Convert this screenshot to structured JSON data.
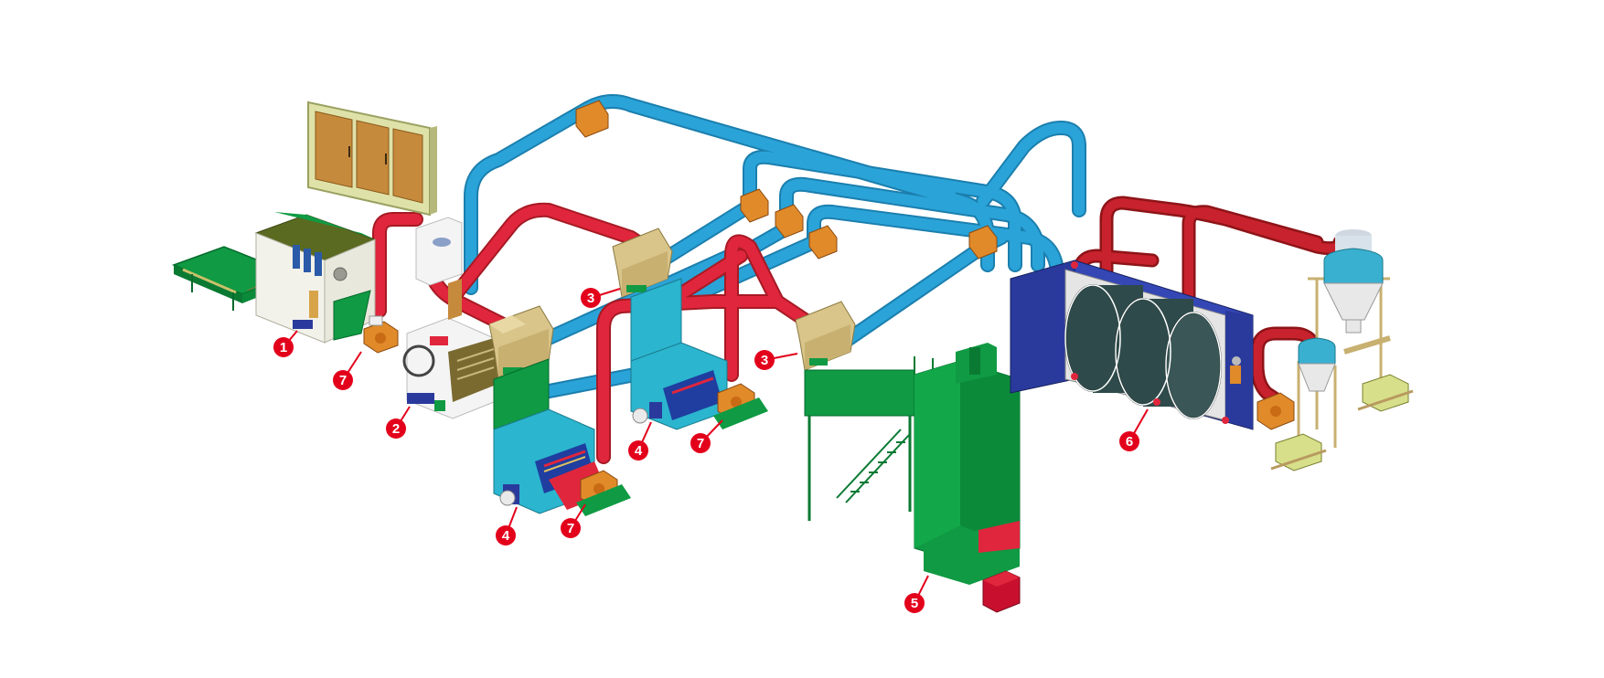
{
  "diagram": {
    "type": "isometric-plant-layout",
    "callouts": [
      {
        "id": "c1",
        "label": "1"
      },
      {
        "id": "c2",
        "label": "2"
      },
      {
        "id": "c3a",
        "label": "3"
      },
      {
        "id": "c3b",
        "label": "3"
      },
      {
        "id": "c4a",
        "label": "4"
      },
      {
        "id": "c4b",
        "label": "4"
      },
      {
        "id": "c5",
        "label": "5"
      },
      {
        "id": "c6",
        "label": "6"
      },
      {
        "id": "c7a",
        "label": "7"
      },
      {
        "id": "c7b",
        "label": "7"
      },
      {
        "id": "c7c",
        "label": "7"
      }
    ],
    "colors": {
      "duct_blue": "#2aa3d8",
      "duct_blue_dark": "#1b7fae",
      "duct_red": "#e0263c",
      "duct_red_dark": "#a61a24",
      "machine_green": "#0f9a43",
      "machine_green_dark": "#0a7a33",
      "cyan_frame": "#2bb5cf",
      "navy": "#2a3a9c",
      "tan": "#d9c48a",
      "khaki_panel": "#dfe2a8",
      "cabinet_wood": "#c68a3c",
      "drum_dark": "#2f4a4a",
      "fan_orange": "#e08a2a",
      "callout_red": "#e3001b"
    }
  }
}
